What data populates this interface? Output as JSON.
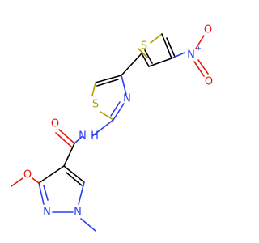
{
  "molecule": {
    "colors": {
      "carbon": "#000000",
      "sulfur": "#b3a000",
      "nitrogen": "#2a3ef0",
      "oxygen": "#e8190f",
      "background": "#ffffff"
    },
    "labels": {
      "s_thiophene": "S",
      "n_nitro": "N",
      "n_nitro_charge": "+",
      "o_nitro_top": "O",
      "o_nitro_top_charge": "−",
      "o_nitro_bottom": "O",
      "s_thiazole": "S",
      "n_thiazole": "N",
      "n_amide": "N",
      "h_amide": "H",
      "o_carbonyl": "O",
      "o_methoxy": "O",
      "n_pyrazole_2": "N",
      "n_pyrazole_1": "N"
    }
  }
}
